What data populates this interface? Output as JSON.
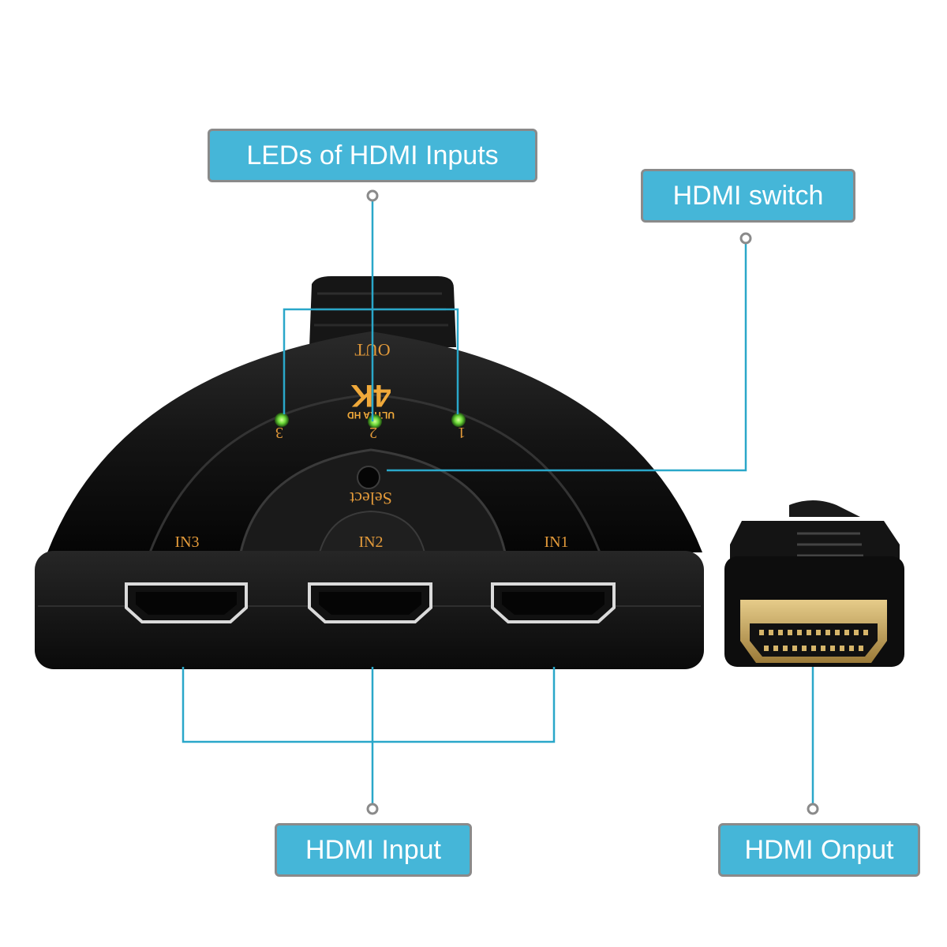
{
  "callouts": {
    "leds": "LEDs of HDMI Inputs",
    "switch": "HDMI switch",
    "input": "HDMI Input",
    "output": "HDMI Onput"
  },
  "device": {
    "out_label": "OUT",
    "badge_main": "4K",
    "badge_sub": "ULTRA HD",
    "led_numbers": [
      "3",
      "2",
      "1"
    ],
    "select_label": "Select",
    "port_labels": [
      "IN3",
      "IN2",
      "IN1"
    ]
  },
  "colors": {
    "accent": "#45b6d8",
    "line": "#2aa7c9",
    "device_body": "#111111",
    "engraving": "#e39a3a",
    "led": "#6fdc3a",
    "connector_gold": "#c9a55a"
  }
}
